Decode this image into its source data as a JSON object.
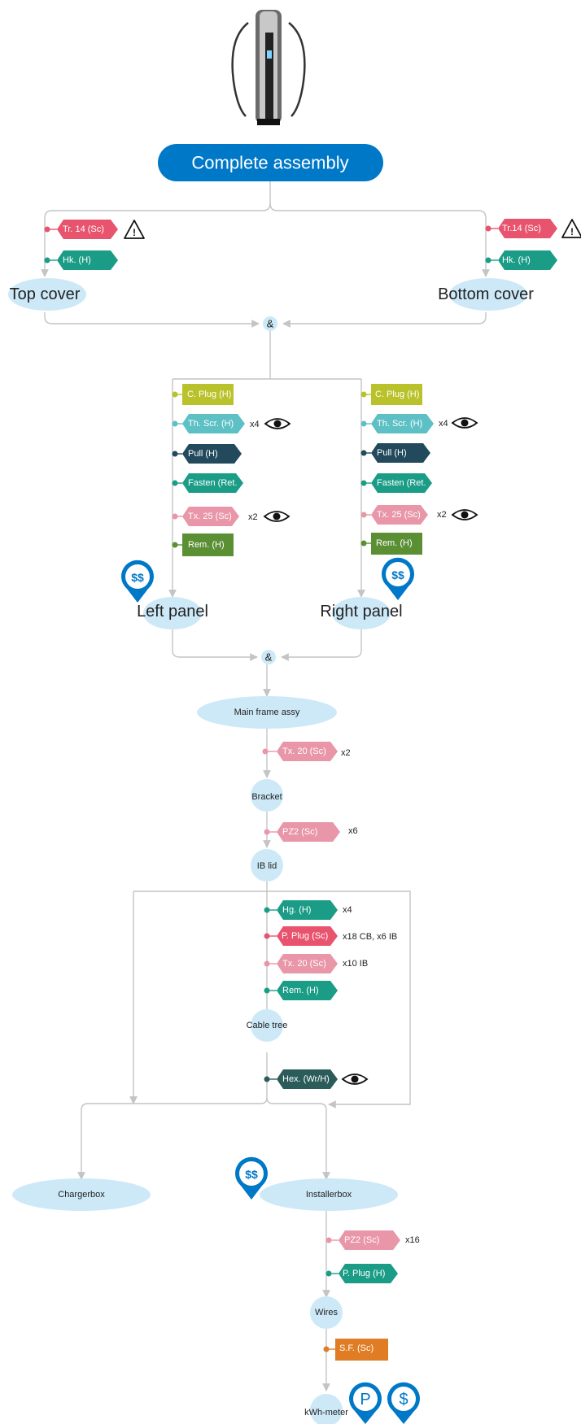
{
  "title": "Complete assembly",
  "colors": {
    "line": "#c4c4c4",
    "blue": "#0078c8",
    "ellipse": "#cde9f8",
    "pink_dark": "#e8546e",
    "pink_light": "#e896a8",
    "teal": "#1a9c86",
    "teal_light": "#5cc0c4",
    "navy": "#224a5c",
    "olive": "#b9c22a",
    "green": "#5a8f33",
    "orange": "#e07c24",
    "hex_dark": "#2b5c5a"
  },
  "components": {
    "top_cover": "Top cover",
    "bottom_cover": "Bottom cover",
    "left_panel": "Left panel",
    "right_panel": "Right panel",
    "main_frame": "Main frame assy",
    "bracket": "Bracket",
    "ib_lid": "IB lid",
    "cable_tree": "Cable tree",
    "chargerbox": "Chargerbox",
    "installerbox": "Installerbox",
    "wires": "Wires",
    "kwh_meter": "kWh-meter"
  },
  "junction_symbol": "&",
  "steps": {
    "top_tr": "Tr. 14 (Sc)",
    "top_hk": "Hk. (H)",
    "bot_tr": "Tr.14 (Sc)",
    "bot_hk": "Hk. (H)",
    "panel_cplug": "C. Plug (H)",
    "panel_thscr": "Th. Scr. (H)",
    "panel_pull": "Pull (H)",
    "panel_fasten": "Fasten (Ret.",
    "panel_tx25": "Tx. 25 (Sc)",
    "panel_rem": "Rem. (H)",
    "mf_tx20": "Tx. 20 (Sc)",
    "br_pz2": "PZ2 (Sc)",
    "ib_hg": "Hg. (H)",
    "ib_pplug": "P. Plug (Sc)",
    "ib_tx20": "Tx. 20 (Sc)",
    "ib_rem": "Rem. (H)",
    "ct_hex": "Hex. (Wr/H)",
    "inst_pz2": "PZ2 (Sc)",
    "inst_pplug": "P. Plug (H)",
    "wires_sf": "S.F. (Sc)"
  },
  "quantities": {
    "panel_thscr": "x4",
    "panel_tx25": "x2",
    "mf_tx20": "x2",
    "br_pz2": "x6",
    "ib_hg": "x4",
    "ib_pplug": "x18 CB, x6 IB",
    "ib_tx20": "x10 IB",
    "inst_pz2": "x16"
  },
  "icons": {
    "warning": "warning-triangle-icon",
    "eye": "eye-icon",
    "cost": "dollar-marker-icon",
    "parking": "p-marker-icon",
    "charger": "ev-charger-image"
  },
  "marker_glyphs": {
    "dollar_double": "$$",
    "dollar": "$",
    "parking": "P",
    "warning": "!"
  }
}
